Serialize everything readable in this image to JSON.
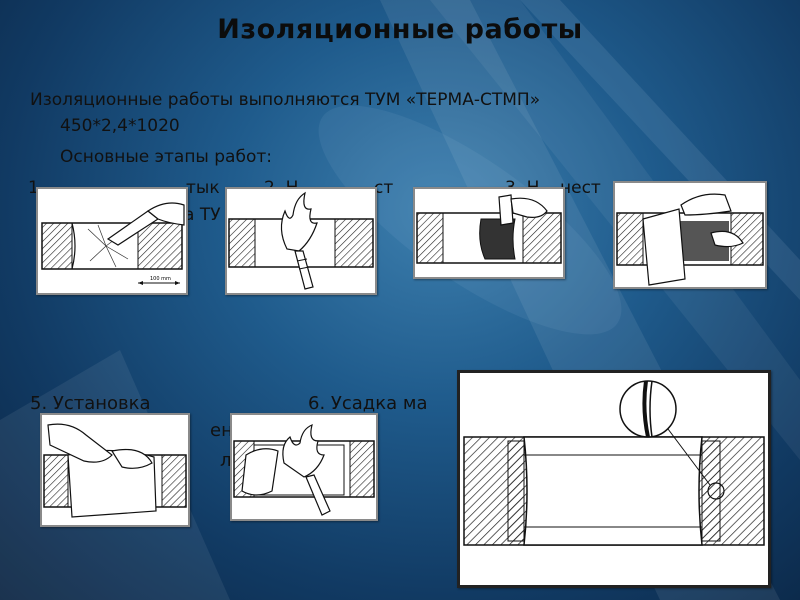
{
  "slide": {
    "title": "Изоляционные работы",
    "intro_line1": "Изоляционные работы выполняются  ТУМ «ТЕРМА-СТМП»",
    "intro_line2": "450*2,4*1020",
    "stages_heading": "Основные этапы работ:",
    "step1_fragment_a": "1.",
    "step1_fragment_b": "тык",
    "step2_fragment": "2. Н",
    "step2_fragment_b": "ст",
    "step3_fragment": "3. Н",
    "step3_fragment_b": "нест",
    "step4_fragment": "а ТУ",
    "step5_label": "5.  Установка",
    "step5_line2": "енна",
    "step5_line3": "лен",
    "step6_label": "6.  Усадка ма"
  },
  "panels": {
    "panel1_dim_label": "100 mm"
  },
  "colors": {
    "bg_main": "#1f5b8c",
    "bg_dark": "#0a2442",
    "panel_bg": "#ffffff"
  }
}
